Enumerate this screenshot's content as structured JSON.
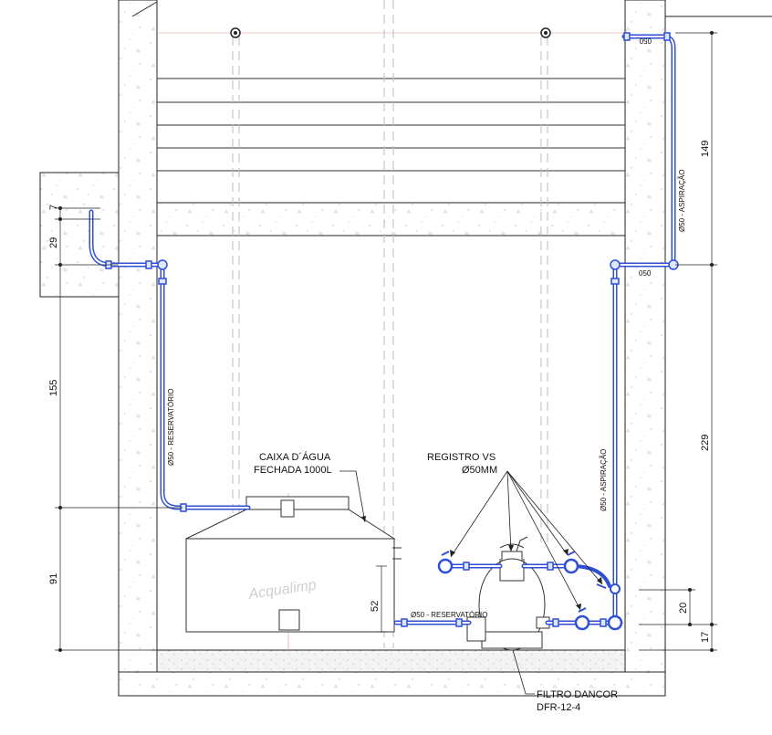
{
  "labels": {
    "tank_line1": "CAIXA D´ÁGUA",
    "tank_line2": "FECHADA 1000L",
    "valve_line1": "REGISTRO VS",
    "valve_line2": "Ø50MM",
    "filter_line1": "FILTRO DANCOR",
    "filter_line2": "DFR-12-4",
    "pipe_reservatorio_vertical": "Ø50 - RESERVATÓRIO",
    "pipe_reservatorio_horizontal": "Ø50 - RESERVATÓRIO",
    "pipe_aspiracao_right": "Ø50 - ASPIRAÇÃO",
    "pipe_aspiracao_left": "Ø50 - ASPIRAÇÃO",
    "pipe_tag_top": "050",
    "pipe_tag_mid": "050",
    "brand_watermark": "Acqualimp"
  },
  "dimensions": {
    "d7": "7",
    "d29": "29",
    "d155": "155",
    "d91": "91",
    "d52": "52",
    "d149": "149",
    "d229": "229",
    "d20": "20",
    "d17": "17"
  },
  "colors": {
    "pipe": "#2f4fd6",
    "pipe_light": "#dfe6ff",
    "line": "#222222",
    "grid_red": "#e58b8b",
    "guide_gray": "#bfbfbf"
  }
}
